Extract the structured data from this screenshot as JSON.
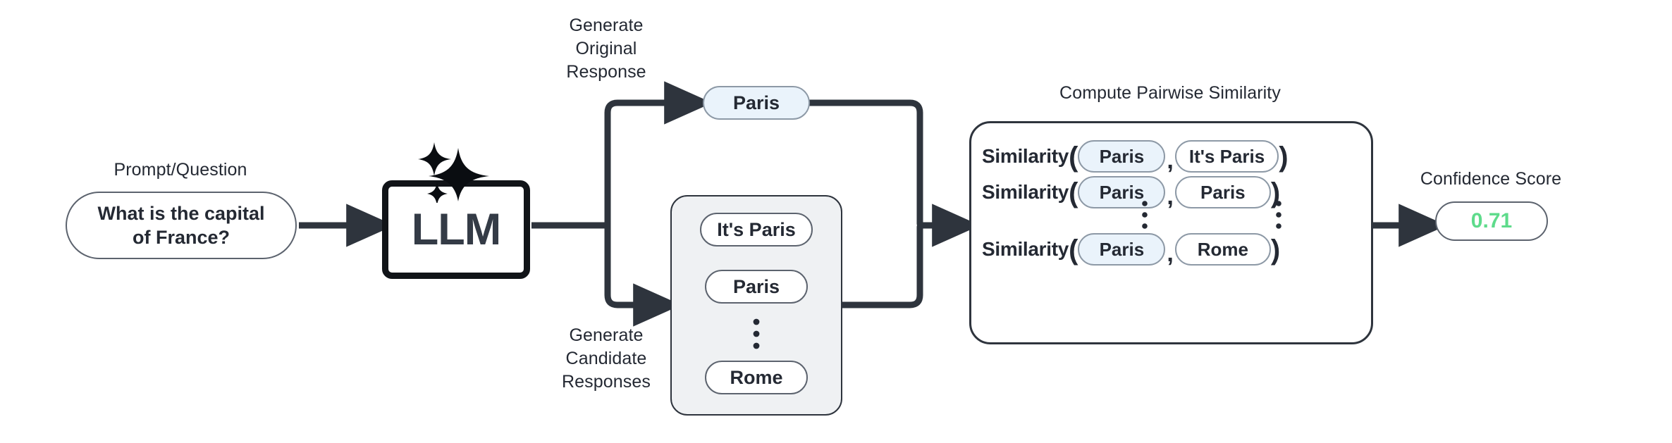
{
  "colors": {
    "ink": "#242933",
    "wire": "#2e343d",
    "accent_pill_fill": "#eaf3fb",
    "group_fill": "#eff1f3",
    "confidence_green": "#5edb8b"
  },
  "prompt": {
    "label": "Prompt/Question",
    "text": "What is the capital\nof France?"
  },
  "model": {
    "name": "LLM",
    "icon": "sparkles-icon"
  },
  "original": {
    "label": "Generate\nOriginal\nResponse",
    "pill": "Paris"
  },
  "candidates": {
    "label": "Generate\nCandidate\nResponses",
    "items": [
      "It's Paris",
      "Paris",
      "Rome"
    ],
    "ellipsis": "vertical-ellipsis"
  },
  "similarity": {
    "label": "Compute Pairwise Similarity",
    "fn_name": "Similarity",
    "open_paren": "(",
    "close_paren": ")",
    "comma": ",",
    "rows": [
      {
        "left": "Paris",
        "right": "It's Paris"
      },
      {
        "left": "Paris",
        "right": "Paris"
      },
      {
        "left": "Paris",
        "right": "Rome"
      }
    ],
    "ellipsis": "vertical-ellipsis"
  },
  "confidence": {
    "label": "Confidence Score",
    "value": "0.71"
  }
}
